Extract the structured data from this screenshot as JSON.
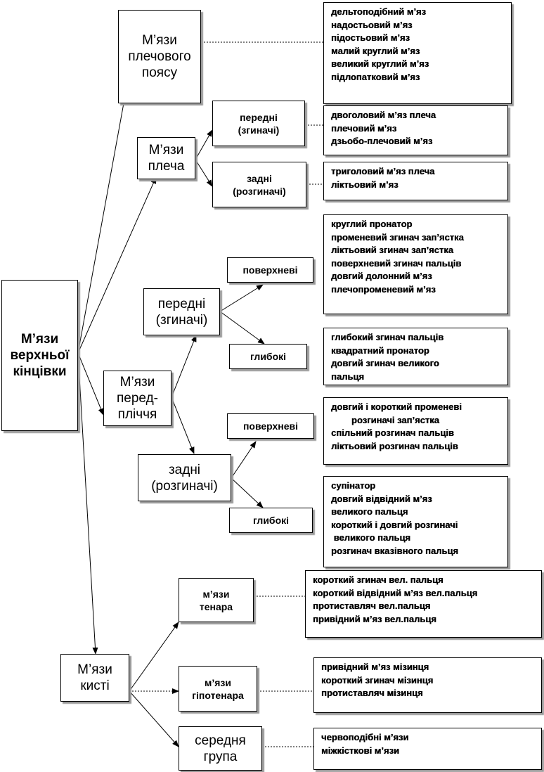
{
  "nodes": {
    "root": "М’язи\nверхньої\nкінцівки",
    "shoulder_girdle": "М’язи\nплечового\nпоясу",
    "shoulder": "М’язи\nплеча",
    "shoulder_front": "передні\n(згиначі)",
    "shoulder_back": "задні\n(розгиначі)",
    "forearm": "М’язи\nперед-\nпліччя",
    "forearm_front": "передні\n(згиначі)",
    "forearm_front_superficial": "поверхневі",
    "forearm_front_deep": "глибокі",
    "forearm_back": "задні\n(розгиначі)",
    "forearm_back_superficial": "поверхневі",
    "forearm_back_deep": "глибокі",
    "hand": "М’язи\nкисті",
    "thenar": "м’язи\nтенара",
    "hypothenar": "м’язи\nгіпотенара",
    "middle": "середня\nгрупа"
  },
  "lists": {
    "shoulder_girdle": [
      "дельтоподібний м’яз",
      "надостьовий м’яз",
      "підостьовий м’яз",
      "малий круглий м’яз",
      "великий круглий м’яз",
      "підлопатковий м’яз"
    ],
    "shoulder_front": [
      "двоголовий м’яз  плеча",
      "плечовий м’яз",
      "дзьобо-плечовий м’яз"
    ],
    "shoulder_back": [
      "триголовий м’яз  плеча",
      "ліктьовий м’яз"
    ],
    "forearm_front_superficial": [
      "круглий пронатор",
      "променевий згинач зап’ястка",
      "ліктьовий згинач зап’ястка",
      "поверхневий згинач пальців",
      "довгий долонний м’яз",
      "плечопроменевий м’яз"
    ],
    "forearm_front_deep": [
      "глибокий згинач пальців",
      "квадратний пронатор",
      "довгий згинач великого",
      "пальця"
    ],
    "forearm_back_superficial": [
      "довгий і короткий променеві",
      "        розгиначі зап’ястка",
      "спільний розгинач пальців",
      "ліктьовий розгинач пальців"
    ],
    "forearm_back_deep": [
      "супінатор",
      "довгий відвідний м’яз",
      "великого пальця",
      "короткий і довгий розгиначі",
      " великого пальця",
      "розгинач вказівного пальця"
    ],
    "thenar": [
      "короткий згинач вел. пальця",
      "короткий відвідний м’яз  вел.пальця",
      "протиставляч вел.пальця",
      "привідний м’яз  вел.пальця"
    ],
    "hypothenar": [
      "привідний м’яз  мізинця",
      "короткий згинач мізинця",
      "протиставляч мізинця"
    ],
    "middle": [
      "червоподібні м’язи",
      "міжкісткові м’язи"
    ]
  }
}
